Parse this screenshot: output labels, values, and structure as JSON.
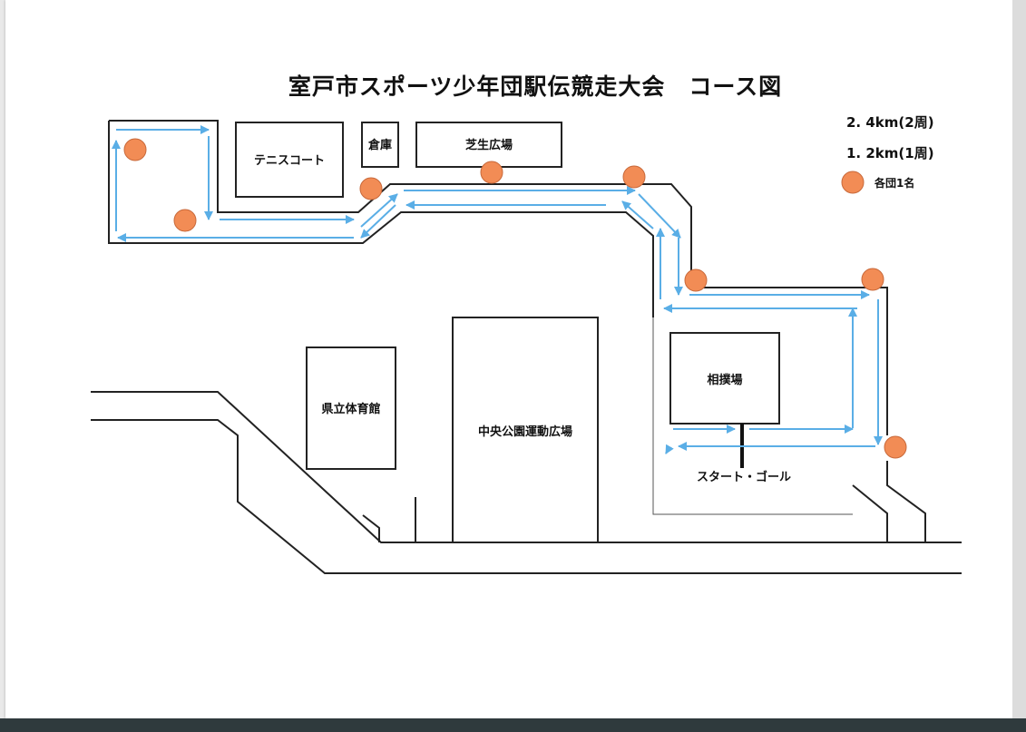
{
  "map": {
    "title": "室戸市スポーツ少年団駅伝競走大会　コース図",
    "places": {
      "tennis_court": "テニスコート",
      "storehouse": "倉庫",
      "lawn_plaza": "芝生広場",
      "prefectural_gym": "県立体育館",
      "central_park": "中央公園運動広場",
      "sumo_ring": "相撲場",
      "start_goal": "スタート・ゴール"
    },
    "legend": {
      "distance_long": "2. 4km(2周)",
      "distance_short": "1. 2km(1周)",
      "marshal_label": "各団1名"
    },
    "colors": {
      "route": "#5aaee6",
      "marshal": "#f28c55",
      "lines": "#222222"
    }
  }
}
